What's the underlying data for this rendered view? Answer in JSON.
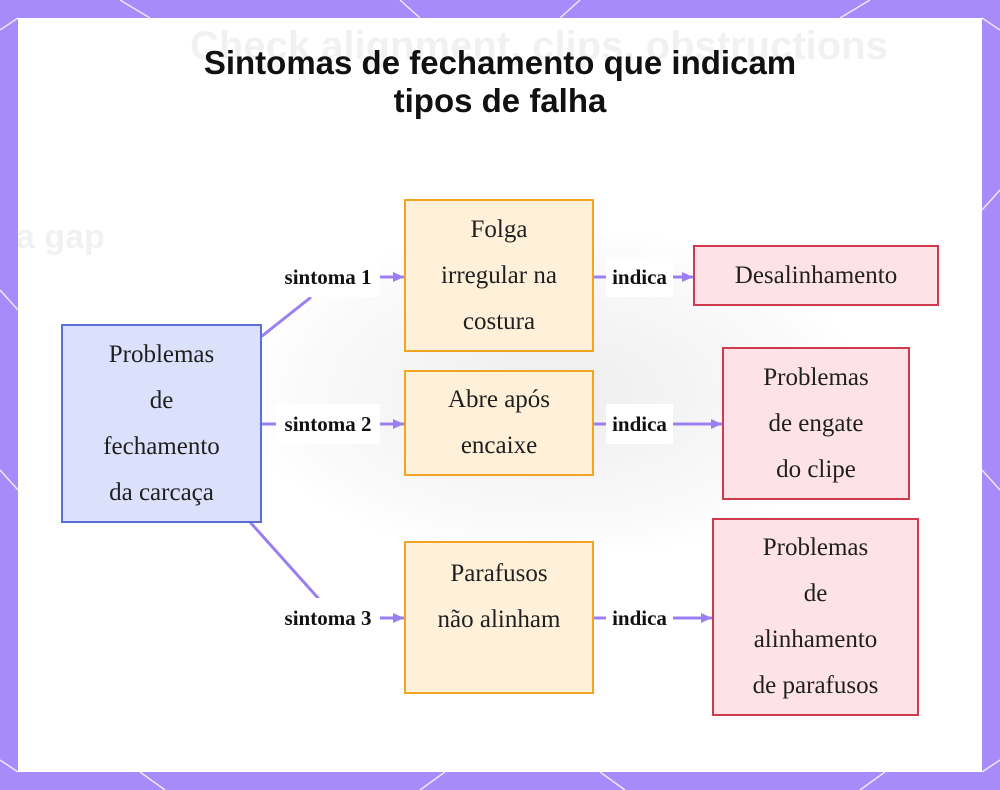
{
  "title": {
    "line1": "Sintomas de fechamento que indicam",
    "line2": "tipos de falha"
  },
  "background_ghost": {
    "top_text": "Check alignment, clips, obstructions",
    "left_text": "a gap"
  },
  "root": {
    "lines": [
      "Problemas",
      "de",
      "fechamento",
      "da carcaça"
    ]
  },
  "symptoms": [
    {
      "edge_label": "sintoma 1",
      "lines": [
        "Folga",
        "irregular na",
        "costura"
      ]
    },
    {
      "edge_label": "sintoma 2",
      "lines": [
        "Abre após",
        "encaixe"
      ]
    },
    {
      "edge_label": "sintoma 3",
      "lines": [
        "Parafusos",
        "não alinham"
      ]
    }
  ],
  "failures": [
    {
      "edge_label": "indica",
      "lines": [
        "Desalinhamento"
      ]
    },
    {
      "edge_label": "indica",
      "lines": [
        "Problemas",
        "de engate",
        "do clipe"
      ]
    },
    {
      "edge_label": "indica",
      "lines": [
        "Problemas",
        "de",
        "alinhamento",
        "de parafusos"
      ]
    }
  ],
  "colors": {
    "frame": "#a78bfa",
    "edge": "#9b7ff0",
    "root_fill": "#dbe1fb",
    "root_border": "#5b6fd6",
    "symptom_fill": "#fff1d9",
    "symptom_border": "#f0a622",
    "failure_fill": "#fde3e8",
    "failure_border": "#cf3a4f"
  }
}
